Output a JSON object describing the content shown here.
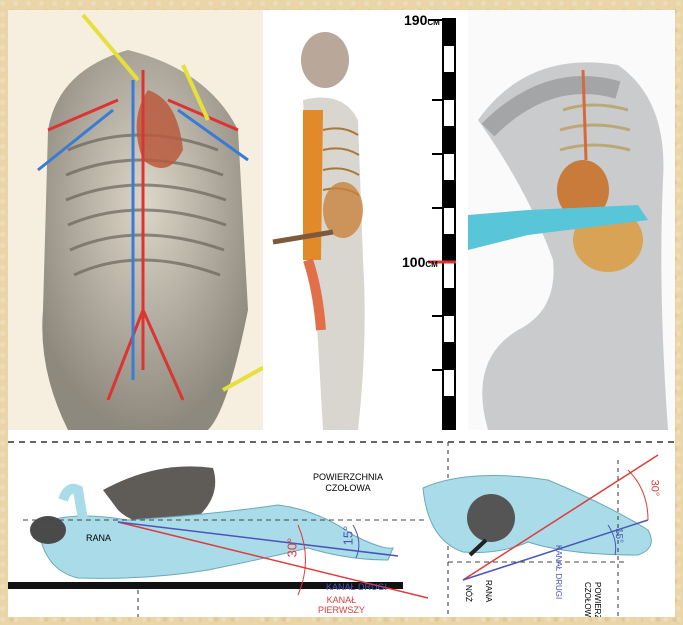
{
  "scale": {
    "top_label": "190",
    "top_unit": "CM",
    "mid_label": "100",
    "mid_unit": "CM"
  },
  "diagram_left": {
    "surface_label_line1": "POWIERZCHNIA",
    "surface_label_line2": "CZOŁOWA",
    "wound_label": "RANA",
    "angle_small": "15°",
    "angle_large": "30°",
    "channel_second": "KANAŁ DRUGI",
    "channel_first_line1": "KANAŁ",
    "channel_first_line2": "PIERWSZY"
  },
  "diagram_right": {
    "angle_large": "30°",
    "angle_small": "15°",
    "surface_label_line1": "POWIERZCHNIA",
    "surface_label_line2": "CZOŁOWA",
    "channel_second": "KANAŁ DRUGI",
    "wound_label": "RANA",
    "knife_label": "NÓŻ"
  },
  "colors": {
    "red": "#e03a3a",
    "blue": "#4b55b8",
    "body_blue": "#a9dbe8"
  }
}
